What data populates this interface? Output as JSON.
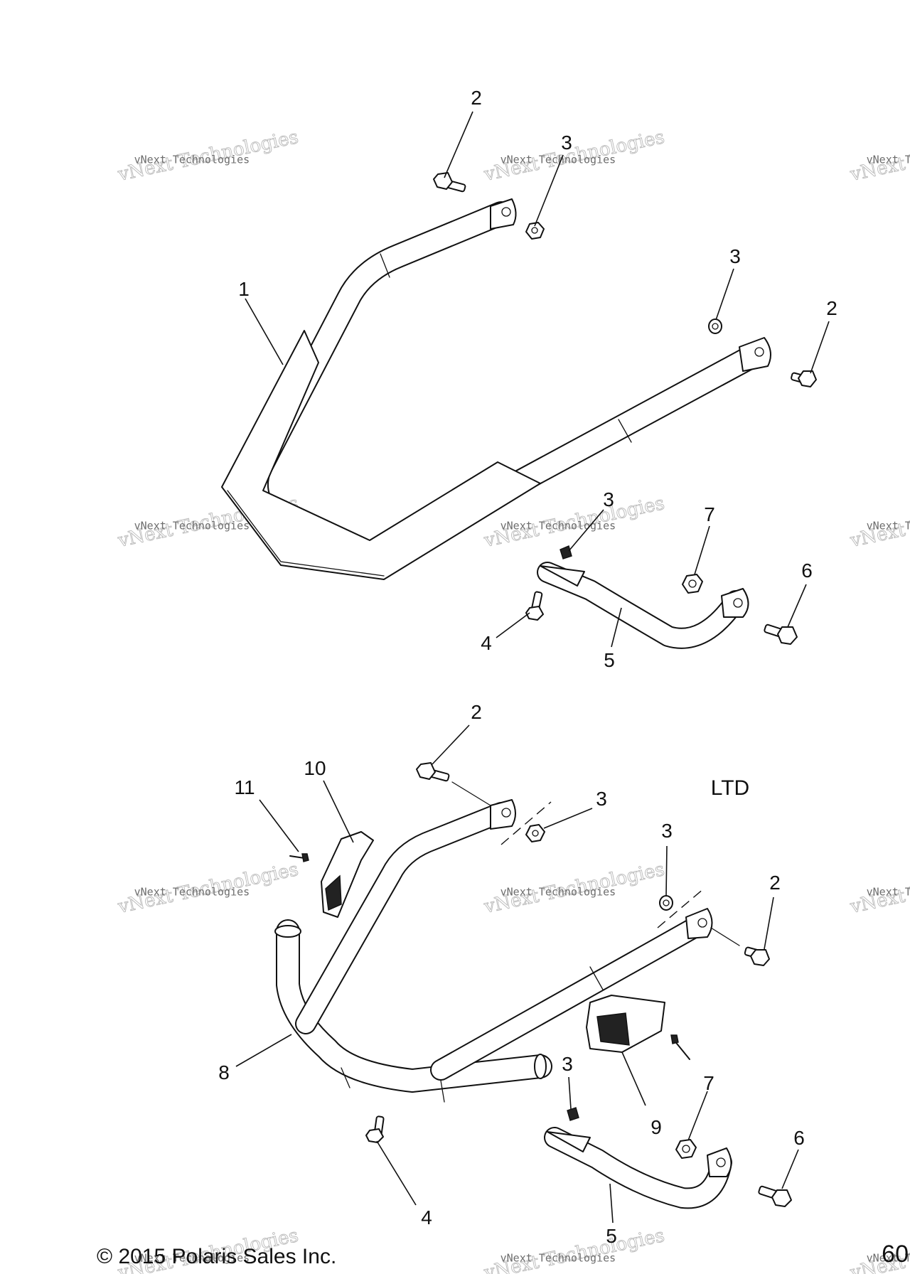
{
  "diagram": {
    "callouts_top": [
      "1",
      "2",
      "3",
      "3",
      "2",
      "3",
      "7",
      "6",
      "4",
      "5"
    ],
    "callouts_bottom": [
      "2",
      "10",
      "11",
      "3",
      "3",
      "2",
      "8",
      "3",
      "9",
      "7",
      "6",
      "4",
      "5"
    ],
    "variant_label": "LTD",
    "copyright": "© 2015 Polaris Sales Inc.",
    "page_number": "60",
    "watermark": {
      "logo_text": "vNext Technologies",
      "caption": "vNext Technologies"
    }
  }
}
